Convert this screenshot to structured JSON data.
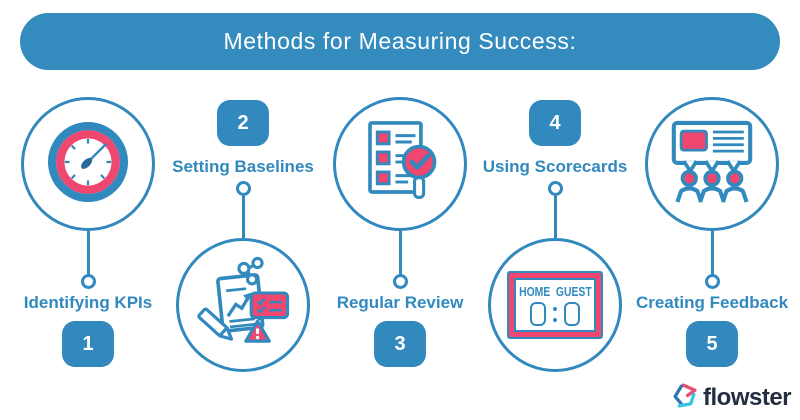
{
  "header": {
    "title": "Methods for Measuring Success:"
  },
  "steps": [
    {
      "number": "1",
      "label": "Identifying KPIs",
      "icon": "gauge-icon"
    },
    {
      "number": "2",
      "label": "Setting Baselines",
      "icon": "analysis-document-icon"
    },
    {
      "number": "3",
      "label": "Regular Review",
      "icon": "checklist-magnifier-icon"
    },
    {
      "number": "4",
      "label": "Using Scorecards",
      "icon": "scoreboard-icon"
    },
    {
      "number": "5",
      "label": "Creating Feedback",
      "icon": "feedback-discussion-icon"
    }
  ],
  "scoreboard": {
    "home_label": "HOME",
    "guest_label": "GUEST",
    "home_score": "0",
    "guest_score": "0"
  },
  "logo": {
    "text": "flowster"
  },
  "colors": {
    "accent_blue": "#3189BE",
    "accent_pink": "#EF476F",
    "logo_navy": "#242E40",
    "banner_blue": "#338BBE",
    "background": "#FFFFFF",
    "title_text": "#FFFFFF"
  }
}
